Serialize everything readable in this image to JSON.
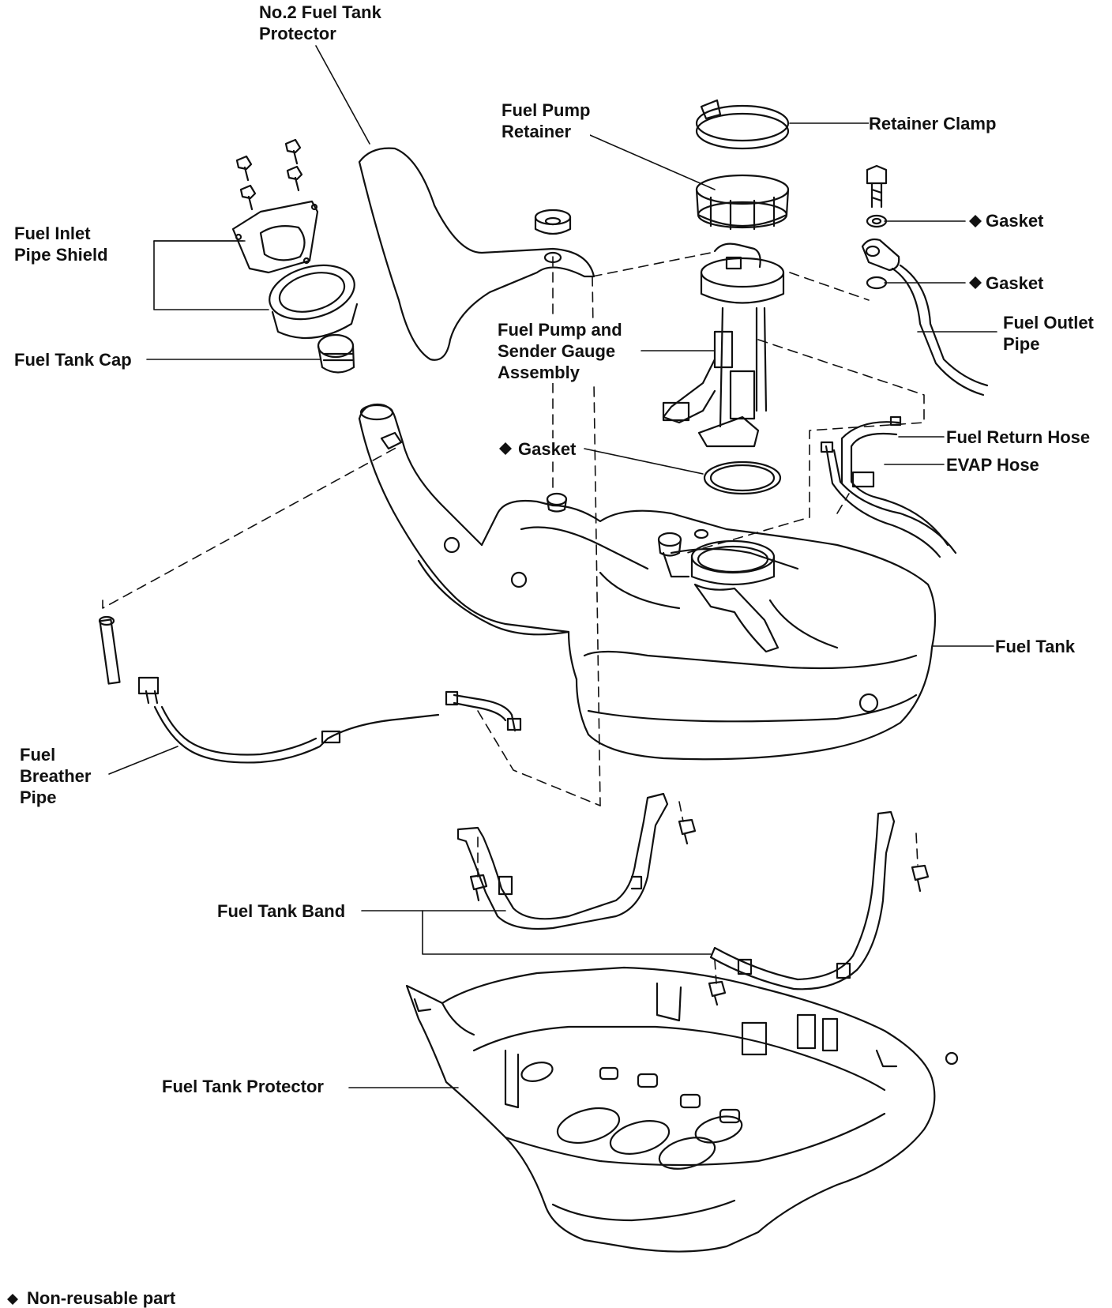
{
  "colors": {
    "ink": "#111111",
    "paper": "#ffffff"
  },
  "icons": {
    "non_reusable_marker": "diamond-icon"
  },
  "labels": {
    "no2_protector": [
      "No.2 Fuel Tank",
      "Protector"
    ],
    "pump_retainer": [
      "Fuel Pump",
      "Retainer"
    ],
    "retainer_clamp": "Retainer Clamp",
    "gasket_bolt": "Gasket",
    "gasket_outlet": "Gasket",
    "inlet_shield": [
      "Fuel Inlet",
      "Pipe Shield"
    ],
    "tank_cap": "Fuel Tank Cap",
    "pump_assembly": [
      "Fuel Pump and",
      "Sender Gauge",
      "Assembly"
    ],
    "outlet_pipe": [
      "Fuel Outlet",
      "Pipe"
    ],
    "gasket_pump": "Gasket",
    "return_hose": "Fuel Return Hose",
    "evap_hose": "EVAP Hose",
    "fuel_tank": "Fuel Tank",
    "breather_pipe": [
      "Fuel",
      "Breather",
      "Pipe"
    ],
    "tank_band": "Fuel Tank Band",
    "tank_protector": "Fuel Tank Protector"
  },
  "legend": {
    "text": "Non-reusable part"
  }
}
